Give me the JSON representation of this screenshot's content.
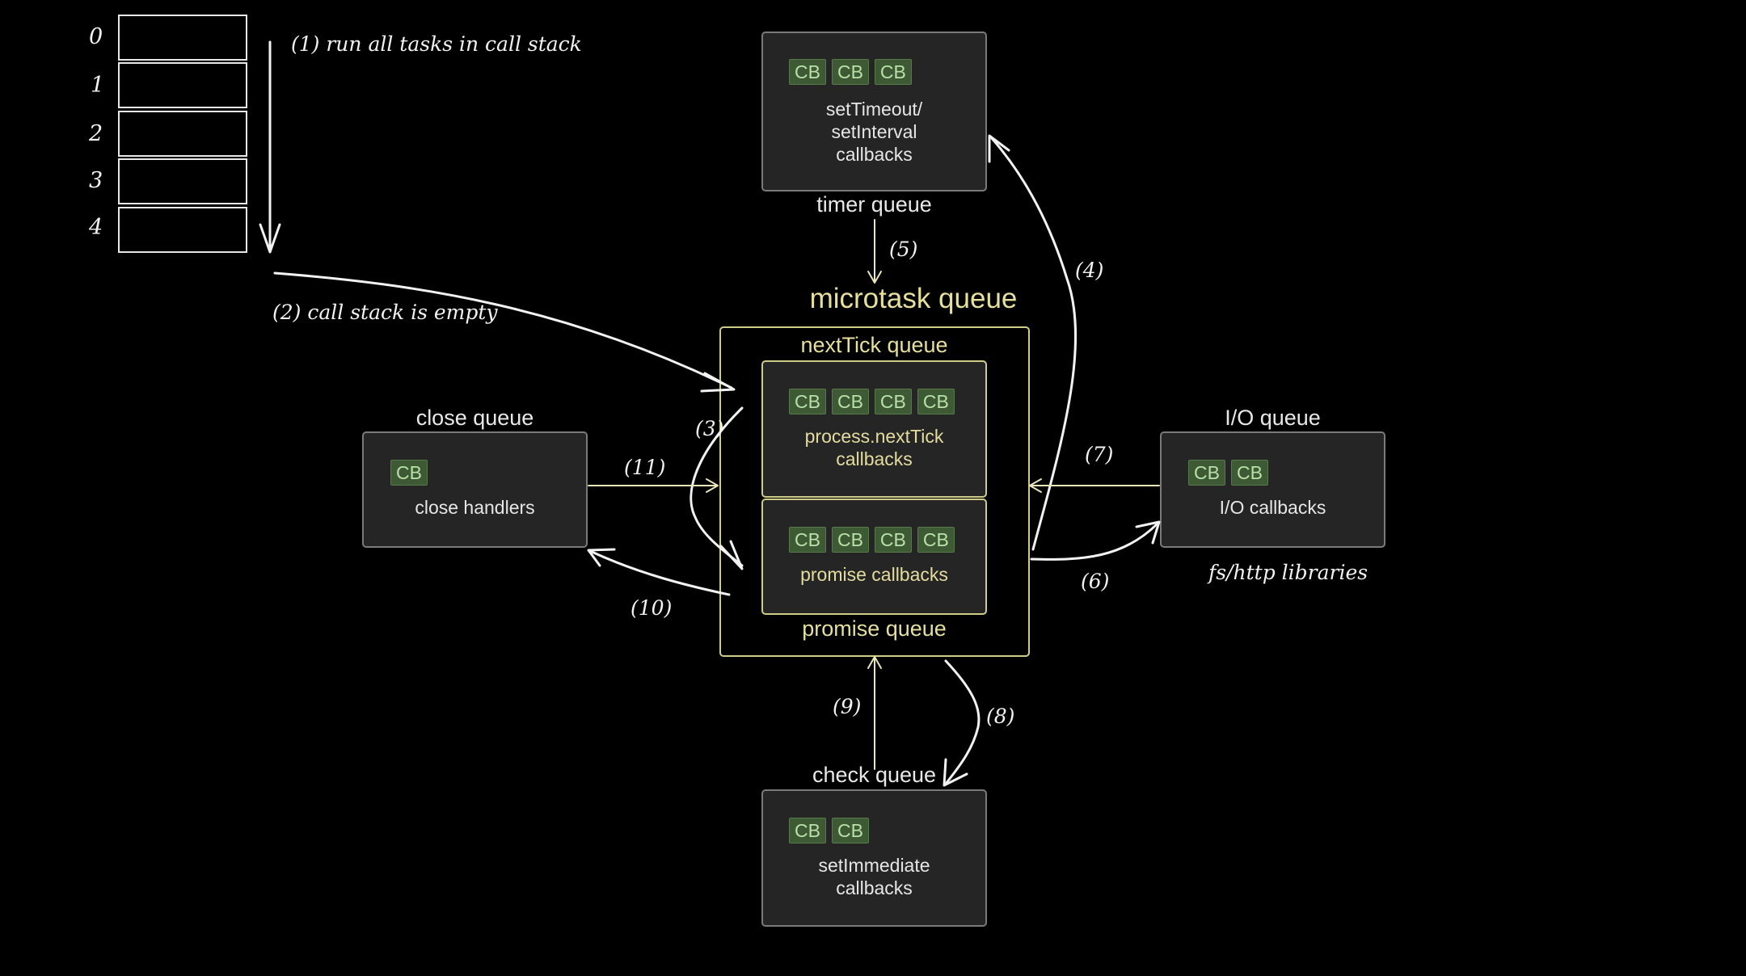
{
  "call_stack": {
    "indices": [
      "0",
      "1",
      "2",
      "3",
      "4"
    ],
    "note_run": "(1) run all tasks in call stack",
    "note_empty": "(2) call stack is empty"
  },
  "cb_label": "CB",
  "timer_queue": {
    "label": "timer queue",
    "description": [
      "setTimeout/",
      "setInterval",
      "callbacks"
    ]
  },
  "microtask_queue": {
    "title": "microtask queue"
  },
  "nexttick_queue": {
    "label": "nextTick queue",
    "description": [
      "process.nextTick",
      "callbacks"
    ]
  },
  "promise_queue": {
    "label": "promise queue",
    "description": [
      "promise callbacks"
    ]
  },
  "close_queue": {
    "label": "close queue",
    "description": [
      "close handlers"
    ]
  },
  "io_queue": {
    "label": "I/O queue",
    "description": [
      "I/O callbacks"
    ],
    "note": "fs/http libraries"
  },
  "check_queue": {
    "label": "check queue",
    "description": [
      "setImmediate",
      "callbacks"
    ]
  },
  "steps": {
    "s3": "(3)",
    "s4": "(4)",
    "s5": "(5)",
    "s6": "(6)",
    "s7": "(7)",
    "s8": "(8)",
    "s9": "(9)",
    "s10": "(10)",
    "s11": "(11)"
  },
  "colors": {
    "background": "#000000",
    "panel": "#252525",
    "microtask_accent": "#cfcc8a",
    "cb_fill": "#3d5a34",
    "cb_text": "#b8e0a8"
  }
}
